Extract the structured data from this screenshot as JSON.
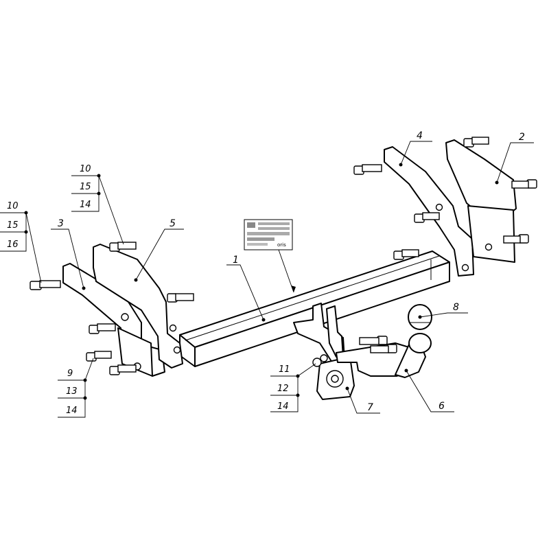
{
  "callouts": {
    "c1": "1",
    "c2": "2",
    "c3": "3",
    "c4": "4",
    "c5": "5",
    "c6": "6",
    "c7": "7",
    "c8": "8",
    "g_left": [
      "10",
      "15",
      "16"
    ],
    "g_upper": [
      "10",
      "15",
      "14"
    ],
    "g_lower": [
      "9",
      "13",
      "14"
    ],
    "g_mid": [
      "11",
      "12",
      "14"
    ]
  },
  "label_plate": {
    "logo": "oris"
  }
}
